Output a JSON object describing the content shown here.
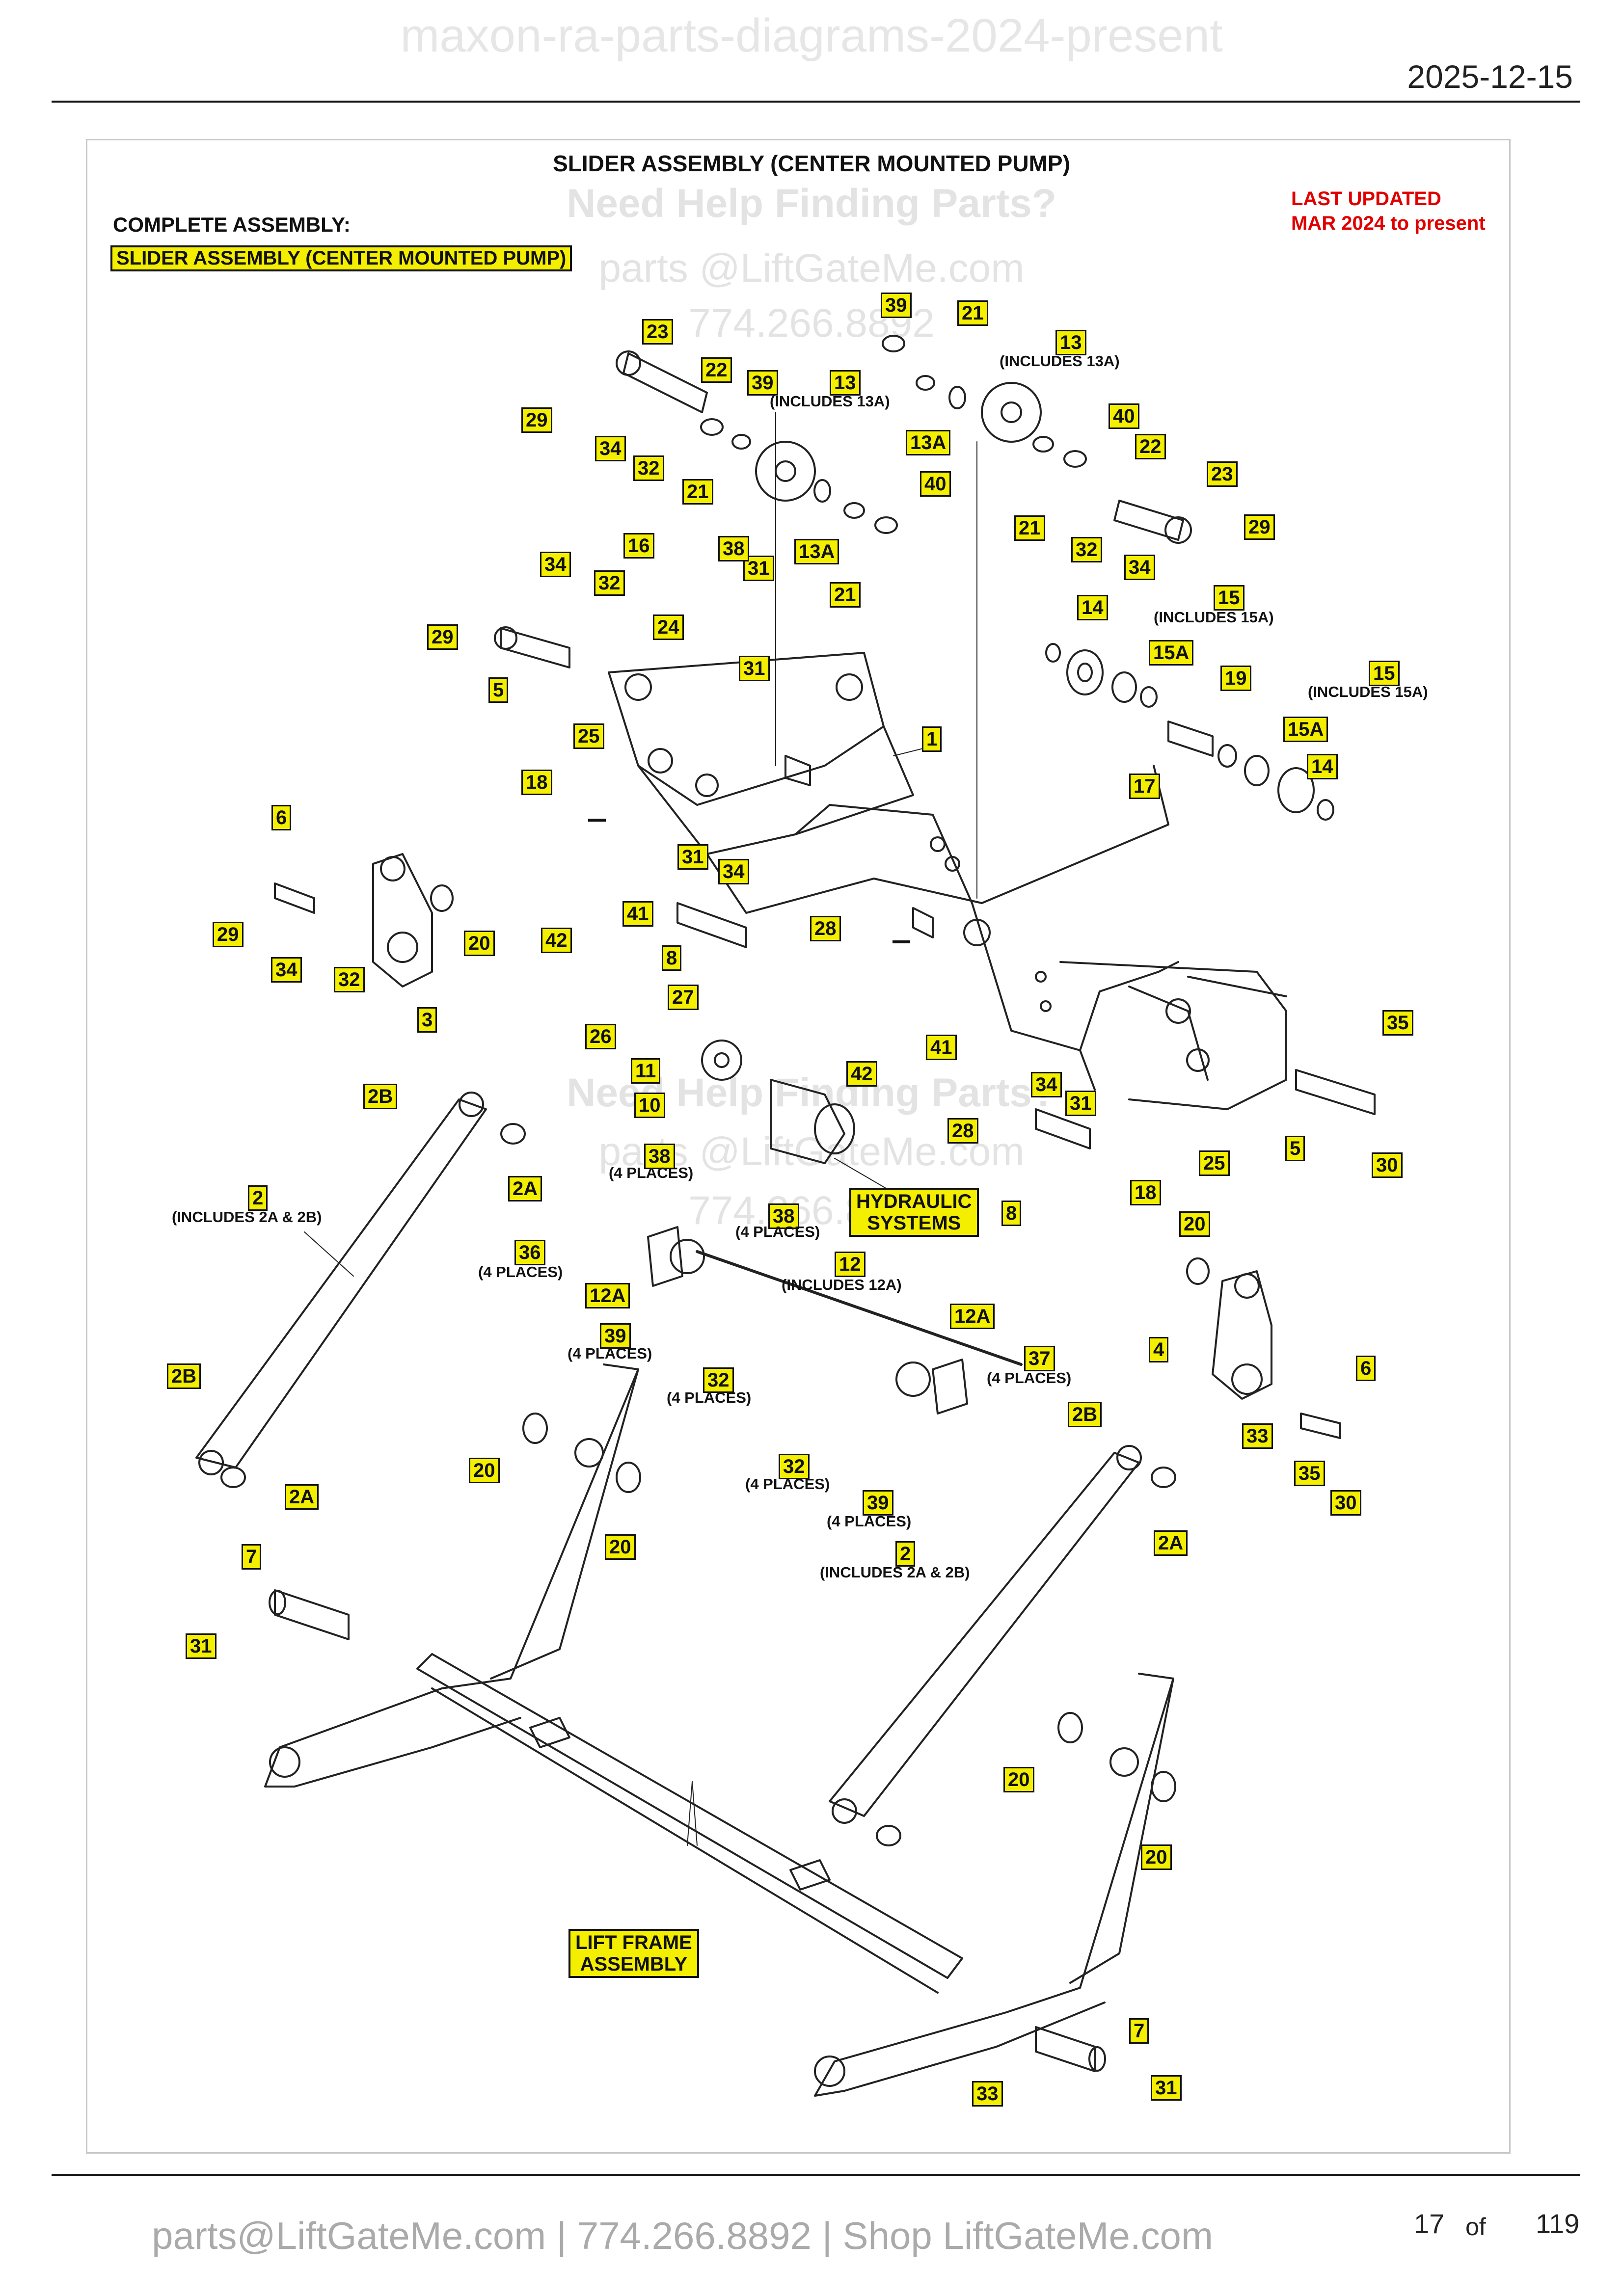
{
  "watermark_top": "maxon-ra-parts-diagrams-2024-present",
  "date": "2025-12-15",
  "title": "SLIDER ASSEMBLY (CENTER MOUNTED PUMP)",
  "complete_assembly_label": "COMPLETE ASSEMBLY:",
  "complete_assembly_name": "SLIDER ASSEMBLY (CENTER MOUNTED PUMP)",
  "last_updated": [
    "LAST UPDATED",
    "MAR 2024 to present"
  ],
  "help_watermark": [
    "Need Help Finding Parts?",
    "parts @LiftGateMe.com",
    "774.266.8892"
  ],
  "help_watermark_mid": [
    "Need Help Finding Parts?",
    "parts @LiftGateMe.com",
    "774.266.8892"
  ],
  "callouts": [
    "1",
    "2",
    "2",
    "2A",
    "2A",
    "2A",
    "2B",
    "2B",
    "2B",
    "3",
    "4",
    "5",
    "5",
    "6",
    "6",
    "7",
    "7",
    "8",
    "8",
    "10",
    "11",
    "12",
    "12A",
    "12A",
    "13",
    "13",
    "13A",
    "13A",
    "14",
    "14",
    "15",
    "15",
    "15A",
    "15A",
    "16",
    "17",
    "18",
    "18",
    "19",
    "20",
    "20",
    "20",
    "20",
    "20",
    "20",
    "21",
    "21",
    "21",
    "21",
    "22",
    "22",
    "23",
    "23",
    "24",
    "25",
    "25",
    "26",
    "27",
    "28",
    "28",
    "29",
    "29",
    "29",
    "29",
    "30",
    "30",
    "31",
    "31",
    "31",
    "31",
    "31",
    "31",
    "32",
    "32",
    "32",
    "32",
    "32",
    "32",
    "33",
    "33",
    "34",
    "34",
    "34",
    "34",
    "34",
    "34",
    "35",
    "35",
    "36",
    "37",
    "38",
    "38",
    "38",
    "39",
    "39",
    "39",
    "39",
    "40",
    "40",
    "41",
    "41",
    "42",
    "42"
  ],
  "notes": [
    "(INCLUDES 13A)",
    "(INCLUDES 13A)",
    "(INCLUDES 15A)",
    "(INCLUDES 15A)",
    "(INCLUDES 2A & 2B)",
    "(INCLUDES 2A & 2B)",
    "(4 PLACES)",
    "(4 PLACES)",
    "(4 PLACES)",
    "(INCLUDES 12A)",
    "(4 PLACES)",
    "(4 PLACES)",
    "(4 PLACES)",
    "(4 PLACES)",
    "(4 PLACES)"
  ],
  "sub_assemblies": {
    "hydraulic": [
      "HYDRAULIC",
      "SYSTEMS"
    ],
    "lift_frame": [
      "LIFT FRAME",
      "ASSEMBLY"
    ]
  },
  "footer": "parts@LiftGateMe.com | 774.266.8892 | Shop LiftGateMe.com",
  "page": {
    "current": "17",
    "of": "of",
    "total": "119"
  }
}
